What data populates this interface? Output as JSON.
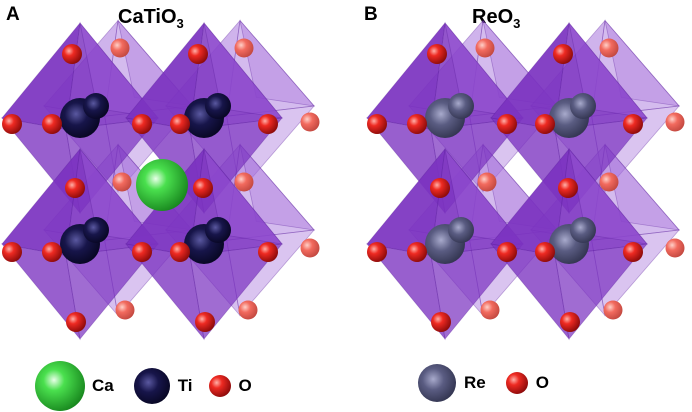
{
  "panel_a": {
    "letter": "A",
    "formula_base": "CaTiO",
    "formula_sub": "3",
    "legend": [
      {
        "label": "Ca",
        "icon": "green-sphere-icon"
      },
      {
        "label": "Ti",
        "icon": "navy-sphere-icon"
      },
      {
        "label": "O",
        "icon": "red-sphere-icon"
      }
    ]
  },
  "panel_b": {
    "letter": "B",
    "formula_base": "ReO",
    "formula_sub": "3",
    "legend": [
      {
        "label": "Re",
        "icon": "gray-sphere-icon"
      },
      {
        "label": "O",
        "icon": "red-sphere-icon"
      }
    ]
  },
  "colors": {
    "octahedron": "#7b32c0",
    "octahedron_back": "#a875dc",
    "oxygen": "#e8161b",
    "calcium": "#33d23a",
    "titanium": "#0e0c3e",
    "rhenium": "#55587a"
  }
}
